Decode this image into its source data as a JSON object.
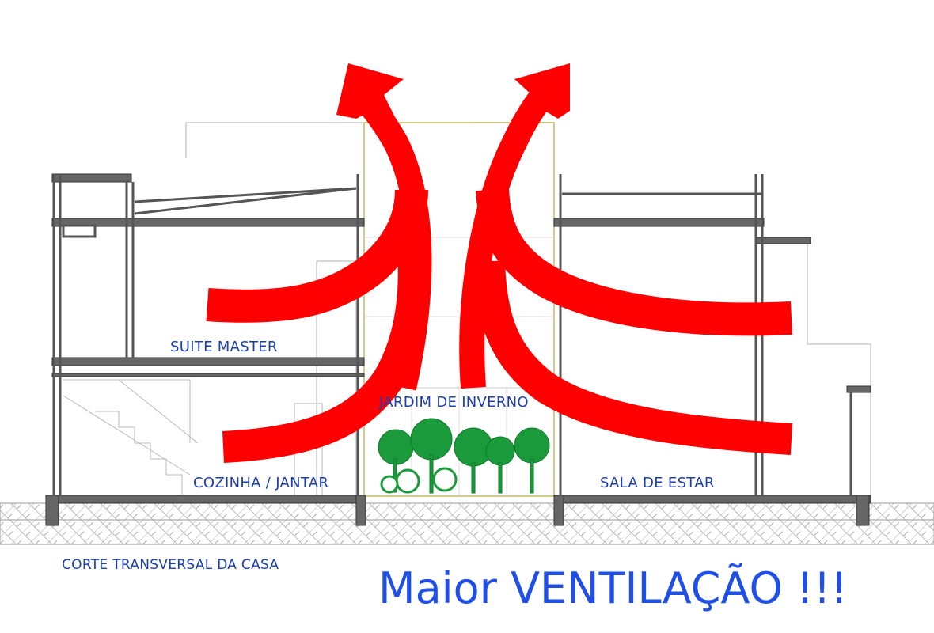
{
  "labels": {
    "suite_master": "SUITE MASTER",
    "jardim": "JARDIM DE INVERNO",
    "cozinha": "COZINHA / JANTAR",
    "sala": "SALA DE ESTAR",
    "corte": "CORTE TRANSVERSAL DA CASA"
  },
  "title": "Maior VENTILAÇÃO !!!",
  "colors": {
    "airflow": "#ff0000",
    "label_text": "#1c3fb0",
    "title_text": "#1f4fe6",
    "vegetation": "#1a9a3a",
    "structure": "#555555"
  }
}
